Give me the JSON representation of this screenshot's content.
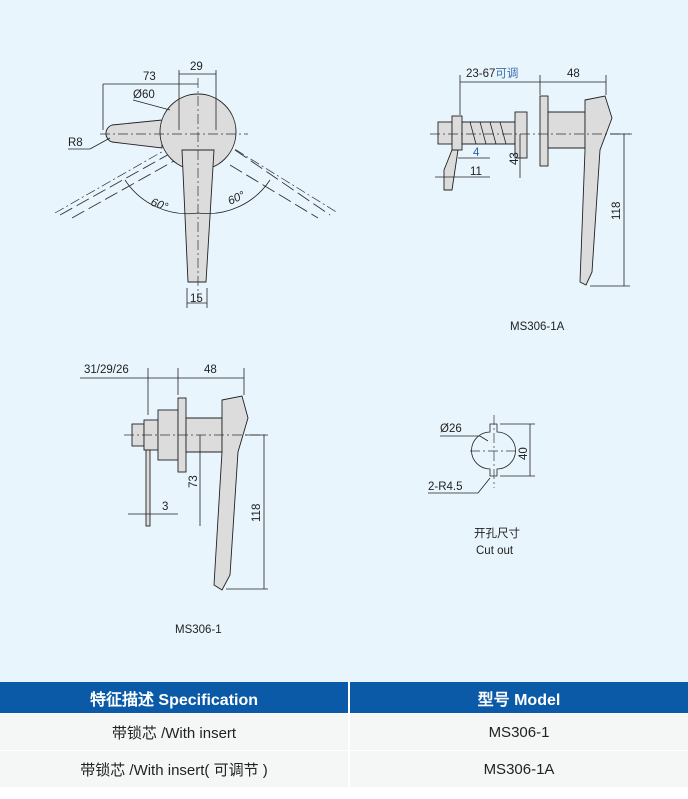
{
  "drawing_top": {
    "dim_73": "73",
    "dim_29": "29",
    "dim_dia60": "Ø60",
    "dim_r8": "R8",
    "angle_left": "60°",
    "angle_right": "60°",
    "dim_15": "15"
  },
  "drawing_1a": {
    "dim_range": "23-67",
    "dim_range_note": "可调",
    "dim_48": "48",
    "dim_4": "4",
    "dim_11": "11",
    "dim_43": "43",
    "dim_118": "118",
    "model": "MS306-1A"
  },
  "drawing_1": {
    "dim_range": "31/29/26",
    "dim_48": "48",
    "dim_73": "73",
    "dim_3": "3",
    "dim_118": "118",
    "model": "MS306-1"
  },
  "cutout": {
    "dim_dia26": "Ø26",
    "dim_40": "40",
    "dim_r45": "2-R4.5",
    "label_cn": "开孔尺寸",
    "label_en": "Cut out"
  },
  "table": {
    "headers": [
      "特征描述 Specification",
      "型号 Model"
    ],
    "rows": [
      {
        "spec": "带锁芯 /With insert",
        "model": "MS306-1"
      },
      {
        "spec": "带锁芯 /With insert( 可调节 )",
        "model": "MS306-1A"
      }
    ]
  }
}
